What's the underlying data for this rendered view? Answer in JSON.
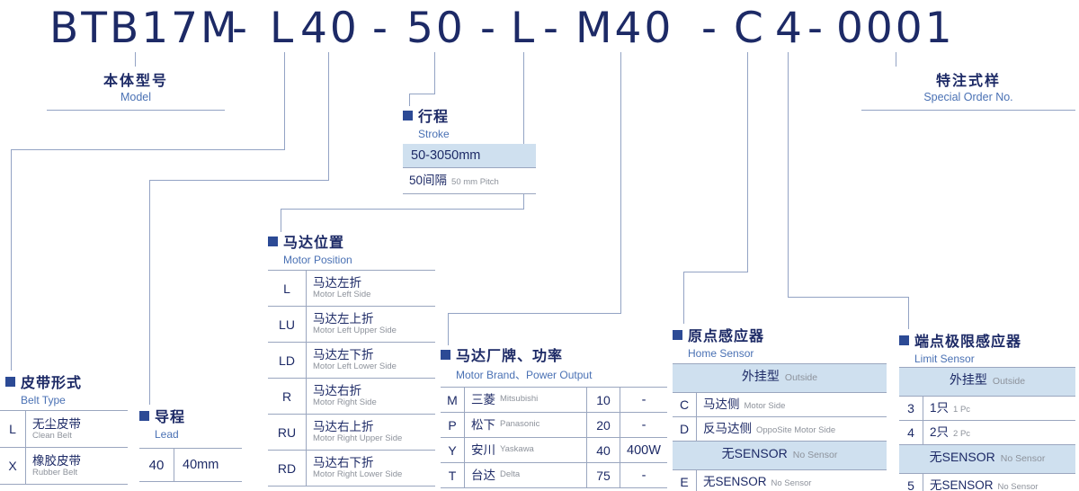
{
  "model_code": {
    "segments": [
      "BTB17M",
      "-",
      "L",
      "40",
      "-",
      "50",
      "-",
      "L",
      "-",
      "M40",
      "-",
      "C",
      "4",
      "-",
      "0001"
    ]
  },
  "top_labels": {
    "model": {
      "zh": "本体型号",
      "en": "Model"
    },
    "special_order": {
      "zh": "特注式样",
      "en": "Special Order No."
    }
  },
  "stroke": {
    "zh": "行程",
    "en": "Stroke",
    "range": "50-3050mm",
    "pitch_zh": "50间隔",
    "pitch_en": "50 mm Pitch"
  },
  "motor_position": {
    "zh": "马达位置",
    "en": "Motor Position",
    "rows": [
      {
        "code": "L",
        "zh": "马达左折",
        "en": "Motor Left Side"
      },
      {
        "code": "LU",
        "zh": "马达左上折",
        "en": "Motor Left Upper Side"
      },
      {
        "code": "LD",
        "zh": "马达左下折",
        "en": "Motor Left Lower Side"
      },
      {
        "code": "R",
        "zh": "马达右折",
        "en": "Motor Right Side"
      },
      {
        "code": "RU",
        "zh": "马达右上折",
        "en": "Motor Right Upper Side"
      },
      {
        "code": "RD",
        "zh": "马达右下折",
        "en": "Motor Right Lower Side"
      }
    ]
  },
  "belt_type": {
    "zh": "皮带形式",
    "en": "Belt Type",
    "rows": [
      {
        "code": "L",
        "zh": "无尘皮带",
        "en": "Clean Belt"
      },
      {
        "code": "X",
        "zh": "橡胶皮带",
        "en": "Rubber Belt"
      }
    ]
  },
  "lead": {
    "zh": "导程",
    "en": "Lead",
    "rows": [
      {
        "code": "40",
        "value": "40mm"
      }
    ]
  },
  "motor_brand": {
    "zh": "马达厂牌、功率",
    "en": "Motor Brand、Power Output",
    "rows": [
      {
        "code": "M",
        "zh": "三菱",
        "en": "Mitsubishi",
        "power_code": "10",
        "power": "-"
      },
      {
        "code": "P",
        "zh": "松下",
        "en": "Panasonic",
        "power_code": "20",
        "power": "-"
      },
      {
        "code": "Y",
        "zh": "安川",
        "en": "Yaskawa",
        "power_code": "40",
        "power": "400W"
      },
      {
        "code": "T",
        "zh": "台达",
        "en": "Delta",
        "power_code": "75",
        "power": "-"
      }
    ]
  },
  "home_sensor": {
    "zh": "原点感应器",
    "en": "Home Sensor",
    "header1_zh": "外挂型",
    "header1_en": "Outside",
    "rows1": [
      {
        "code": "C",
        "zh": "马达侧",
        "en": "Motor Side"
      },
      {
        "code": "D",
        "zh": "反马达侧",
        "en": "OppoSite Motor Side"
      }
    ],
    "header2_zh": "无SENSOR",
    "header2_en": "No Sensor",
    "rows2": [
      {
        "code": "E",
        "zh": "无SENSOR",
        "en": "No Sensor"
      }
    ]
  },
  "limit_sensor": {
    "zh": "端点极限感应器",
    "en": "Limit Sensor",
    "header1_zh": "外挂型",
    "header1_en": "Outside",
    "rows1": [
      {
        "code": "3",
        "zh": "1只",
        "en": "1 Pc"
      },
      {
        "code": "4",
        "zh": "2只",
        "en": "2 Pc"
      }
    ],
    "header2_zh": "无SENSOR",
    "header2_en": "No Sensor",
    "rows2": [
      {
        "code": "5",
        "zh": "无SENSOR",
        "en": "No Sensor"
      }
    ]
  }
}
